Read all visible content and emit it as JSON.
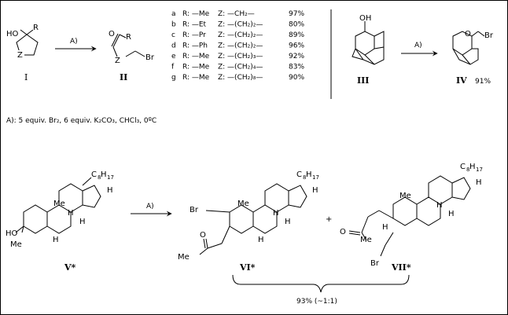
{
  "compounds": {
    "I": "I",
    "II": "II",
    "III": "III",
    "IV": "IV",
    "IV_yield": "91%",
    "V": "V*",
    "VI": "VI*",
    "VII": "VII*"
  },
  "atoms": {
    "HO": "HO",
    "OH": "OH",
    "O": "O",
    "R": "R",
    "Z": "Z",
    "Br": "Br",
    "Me": "Me",
    "H": "H",
    "C": "C",
    "H_sub": "H",
    "n8": "8",
    "n17": "17"
  },
  "arrow_label": "A)",
  "substituents": {
    "rows": [
      {
        "letter": "a",
        "r": "—Me",
        "z": "—CH₂—",
        "yield": "97%"
      },
      {
        "letter": "b",
        "r": "—Et",
        "z": "—(CH₂)₂—",
        "yield": "80%"
      },
      {
        "letter": "c",
        "r": "—Pr",
        "z": "—(CH₂)₂—",
        "yield": "89%"
      },
      {
        "letter": "d",
        "r": "—Ph",
        "z": "—(CH₂)₂—",
        "yield": "96%"
      },
      {
        "letter": "e",
        "r": "—Me",
        "z": "—(CH₂)₃—",
        "yield": "92%"
      },
      {
        "letter": "f",
        "r": "—Me",
        "z": "—(CH₂)₄—",
        "yield": "83%"
      },
      {
        "letter": "g",
        "r": "—Me",
        "z": "—(CH₂)₈—",
        "yield": "90%"
      }
    ]
  },
  "conditions": "A): 5 equiv. Br₂, 6 equiv. K₂CO₃, CHCl₃, 0ºC",
  "combined_yield": "93% (~1:1)",
  "plus": "+"
}
